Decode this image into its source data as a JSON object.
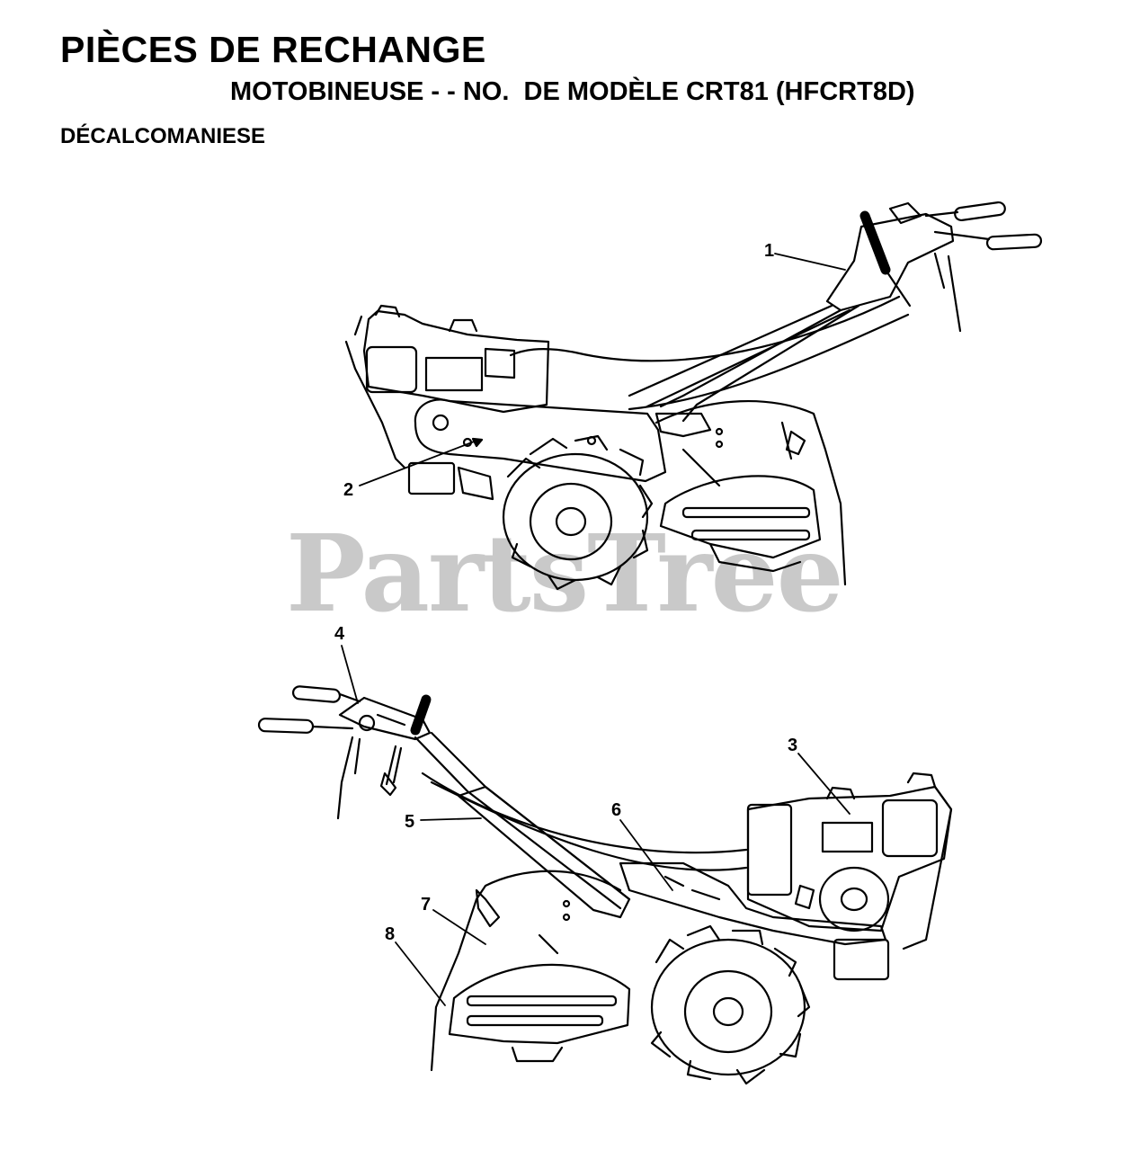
{
  "header": {
    "title": "PIÈCES DE RECHANGE",
    "subtitle": "MOTOBINEUSE - - NO.  DE MODÈLE CRT81 (HFCRT8D)",
    "section": "DÉCALCOMANIESE"
  },
  "watermark": "PartsTree",
  "callouts": [
    "1",
    "2",
    "3",
    "4",
    "5",
    "6",
    "7",
    "8"
  ]
}
